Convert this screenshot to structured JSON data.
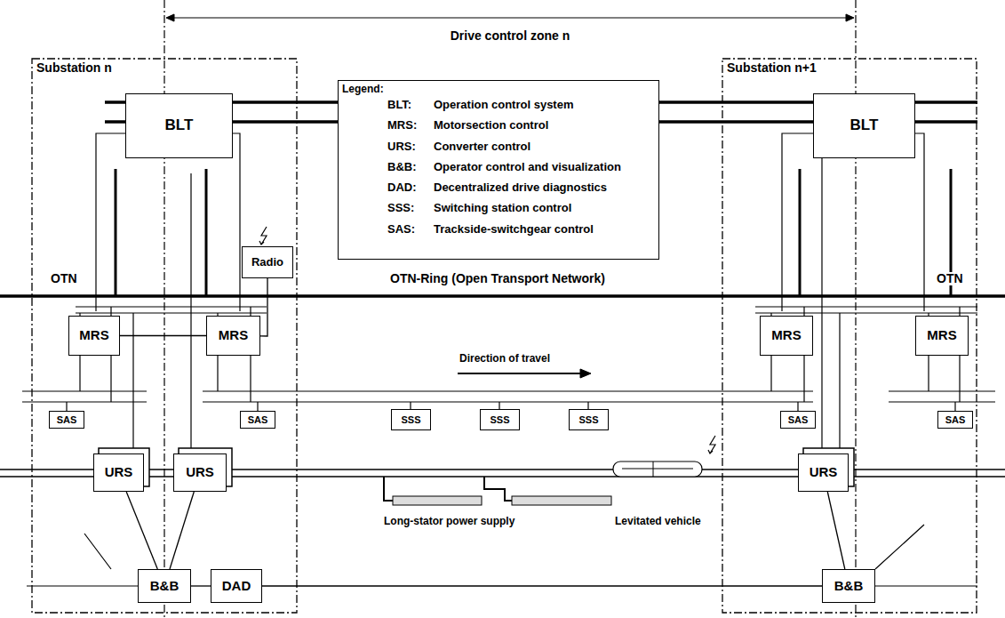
{
  "diagram": {
    "nodes": [
      {
        "text": [
          "Substation n"
        ]
      },
      {
        "text": [
          "BLT"
        ],
        "in": 0
      },
      {
        "text": [
          "Legend:",
          "BLT:",
          "Operation control system",
          "MRS:",
          "Motorsection control",
          "URS:",
          "Converter control",
          "B&B:",
          "Operator control and visualization",
          "DAD:",
          "Decentralized drive diagnostics",
          "SSS:",
          "Switching station control",
          "SAS:",
          "Trackside-switchgear control"
        ]
      },
      {
        "text": [
          "Substation n+1"
        ]
      },
      {
        "text": [
          "BLT"
        ],
        "in": 3
      },
      {
        "text": [
          "Radio"
        ],
        "in": 0
      },
      {
        "text": [
          "MRS"
        ],
        "in": 0
      },
      {
        "text": [
          "MRS"
        ],
        "in": 0
      },
      {
        "text": [
          "MRS"
        ],
        "in": 3
      },
      {
        "text": [
          "MRS"
        ],
        "in": 3
      },
      {
        "text": [
          "SAS"
        ],
        "in": 0
      },
      {
        "text": [
          "SAS"
        ],
        "in": 0
      },
      {
        "text": [
          "SSS"
        ]
      },
      {
        "text": [
          "SSS"
        ]
      },
      {
        "text": [
          "SSS"
        ]
      },
      {
        "text": [
          "SAS"
        ],
        "in": 3
      },
      {
        "text": [
          "SAS"
        ],
        "in": 3
      },
      {
        "text": [
          "URS"
        ],
        "in": 0
      },
      {
        "text": [
          "URS"
        ],
        "in": 0
      },
      {
        "text": [
          "URS"
        ],
        "in": 3
      },
      {
        "text": [
          "B&B"
        ],
        "in": 0
      },
      {
        "text": [
          "DAD"
        ],
        "in": 0
      },
      {
        "text": [
          "B&B"
        ],
        "in": 3
      }
    ],
    "edges": [
      {
        "from": 6,
        "to": 7,
        "arrow": "none"
      },
      {
        "from": 5,
        "to": 7,
        "arrow": "none"
      },
      {
        "from": 20,
        "to": 17,
        "arrow": "none"
      },
      {
        "from": 20,
        "to": 18,
        "arrow": "none"
      },
      {
        "from": 20,
        "to": 21,
        "arrow": "none"
      },
      {
        "from": 21,
        "to": 22,
        "arrow": "none"
      },
      {
        "from": 22,
        "to": 19,
        "arrow": "none"
      }
    ],
    "labels": [
      "Drive control zone n",
      "OTN-Ring (Open Transport Network)",
      "OTN",
      "OTN",
      "Direction of travel",
      "Long-stator power supply",
      "Levitated vehicle"
    ]
  }
}
